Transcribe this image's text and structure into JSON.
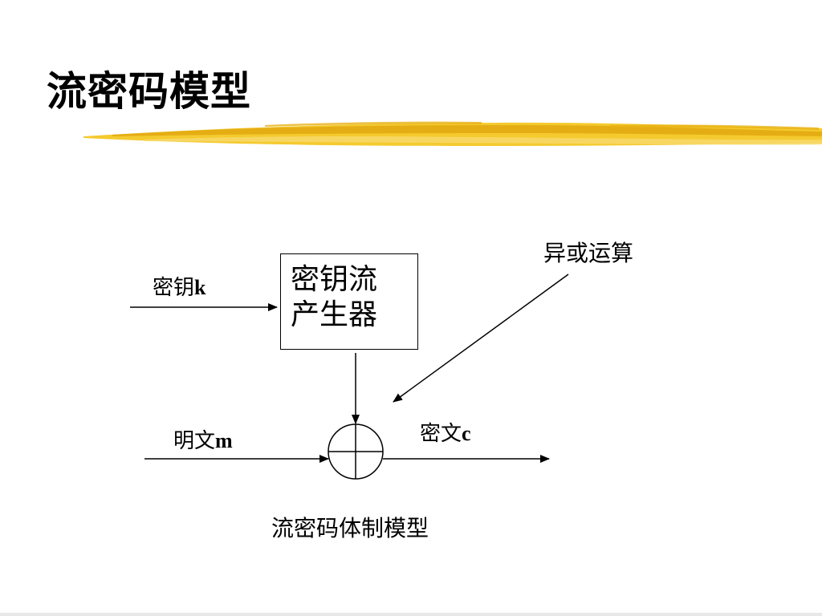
{
  "slide": {
    "title": "流密码模型",
    "accent_color": "#f2c21b"
  },
  "diagram": {
    "generator_box": {
      "line1": "密钥流",
      "line2": "产生器"
    },
    "key_label": {
      "text": "密钥",
      "var": "k"
    },
    "plaintext_label": {
      "text": "明文",
      "var": "m"
    },
    "ciphertext_label": {
      "text": "密文",
      "var": "c"
    },
    "xor_label": "异或运算",
    "xor_symbol": "circle-plus-icon",
    "caption": "流密码体制模型"
  }
}
